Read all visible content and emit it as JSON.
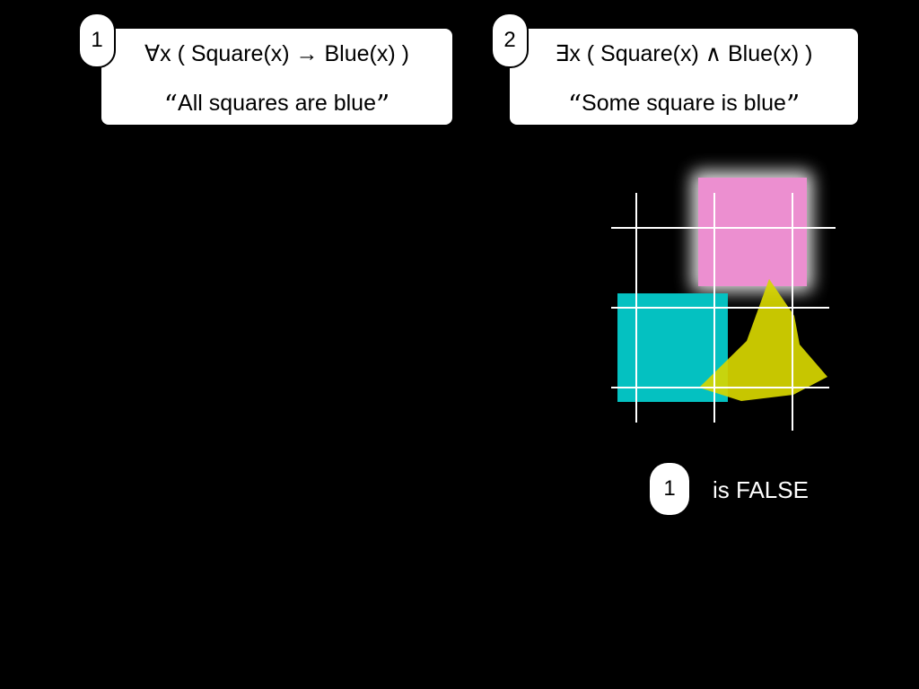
{
  "statements": [
    {
      "number": "1",
      "formula": "∀x ( Square(x) → Blue(x) )",
      "gloss_text": "All squares are blue",
      "open_quote": "“",
      "close_quote": "”"
    },
    {
      "number": "2",
      "formula": "∃x ( Square(x) ∧ Blue(x) )",
      "gloss_text": "Some square is blue",
      "open_quote": "“",
      "close_quote": "”"
    }
  ],
  "result": {
    "number": "1",
    "text": "is FALSE"
  },
  "colors": {
    "background": "#000000",
    "card": "#ffffff",
    "grid": "#ffffff",
    "pink_square": "#ec8fd0",
    "cyan_square": "#04c1c1",
    "yellow_shape": "#d6d500"
  },
  "world": {
    "shapes": [
      {
        "kind": "square",
        "color": "pink",
        "highlighted": true
      },
      {
        "kind": "square",
        "color": "cyan",
        "highlighted": false
      },
      {
        "kind": "triangle",
        "color": "yellow",
        "highlighted": false
      }
    ]
  }
}
